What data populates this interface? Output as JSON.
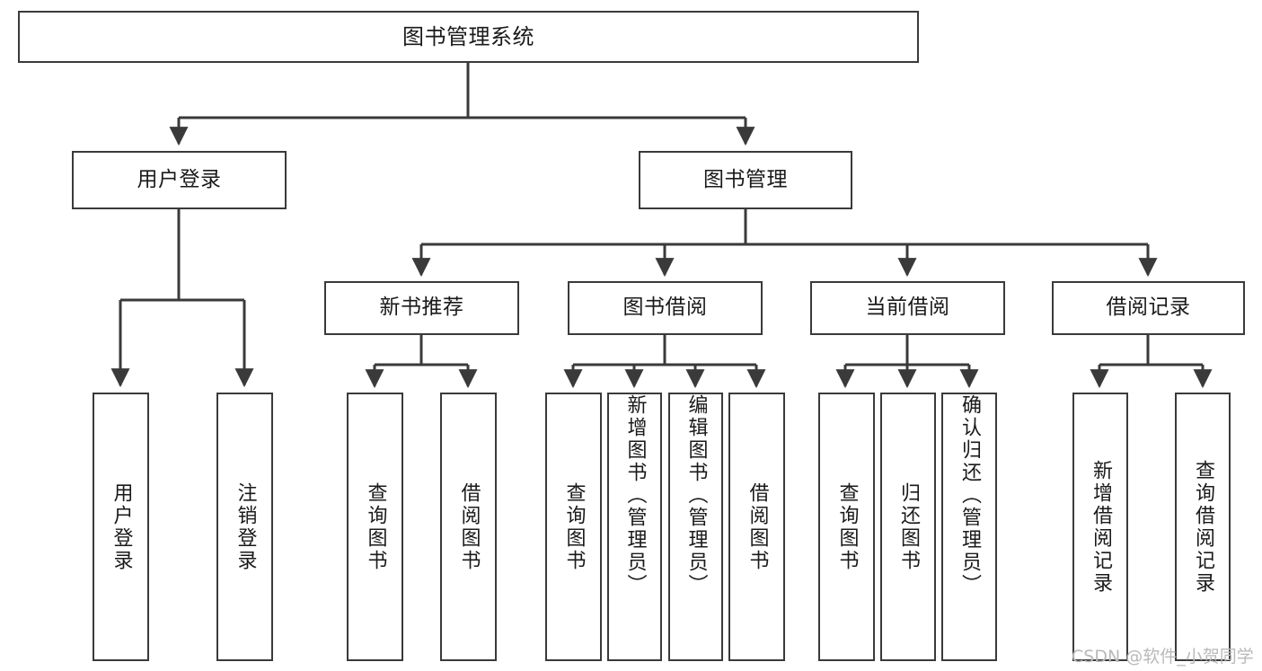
{
  "diagram": {
    "type": "tree",
    "title": "图书管理系统",
    "watermark": "CSDN @软件_小贺同学",
    "colors": {
      "box_border": "#3a3a3a",
      "connector": "#3a3a3a",
      "text": "#1a1a1a",
      "background": "#ffffff",
      "watermark": "#b9b9b9"
    },
    "nodes": {
      "root": {
        "label": "图书管理系统"
      },
      "level2": [
        {
          "label": "用户登录"
        },
        {
          "label": "图书管理"
        }
      ],
      "level3": [
        {
          "label": "新书推荐"
        },
        {
          "label": "图书借阅"
        },
        {
          "label": "当前借阅"
        },
        {
          "label": "借阅记录"
        }
      ],
      "leaves": {
        "user_login": [
          {
            "label": "用户登录"
          },
          {
            "label": "注销登录"
          }
        ],
        "new_book": [
          {
            "label": "查询图书"
          },
          {
            "label": "借阅图书"
          }
        ],
        "book_borrow": [
          {
            "label": "查询图书"
          },
          {
            "label": "新增图书（管理员）"
          },
          {
            "label": "编辑图书（管理员）"
          },
          {
            "label": "借阅图书"
          }
        ],
        "current_borrow": [
          {
            "label": "查询图书"
          },
          {
            "label": "归还图书"
          },
          {
            "label": "确认归还（管理员）"
          }
        ],
        "borrow_record": [
          {
            "label": "新增借阅记录"
          },
          {
            "label": "查询借阅记录"
          }
        ]
      }
    }
  }
}
